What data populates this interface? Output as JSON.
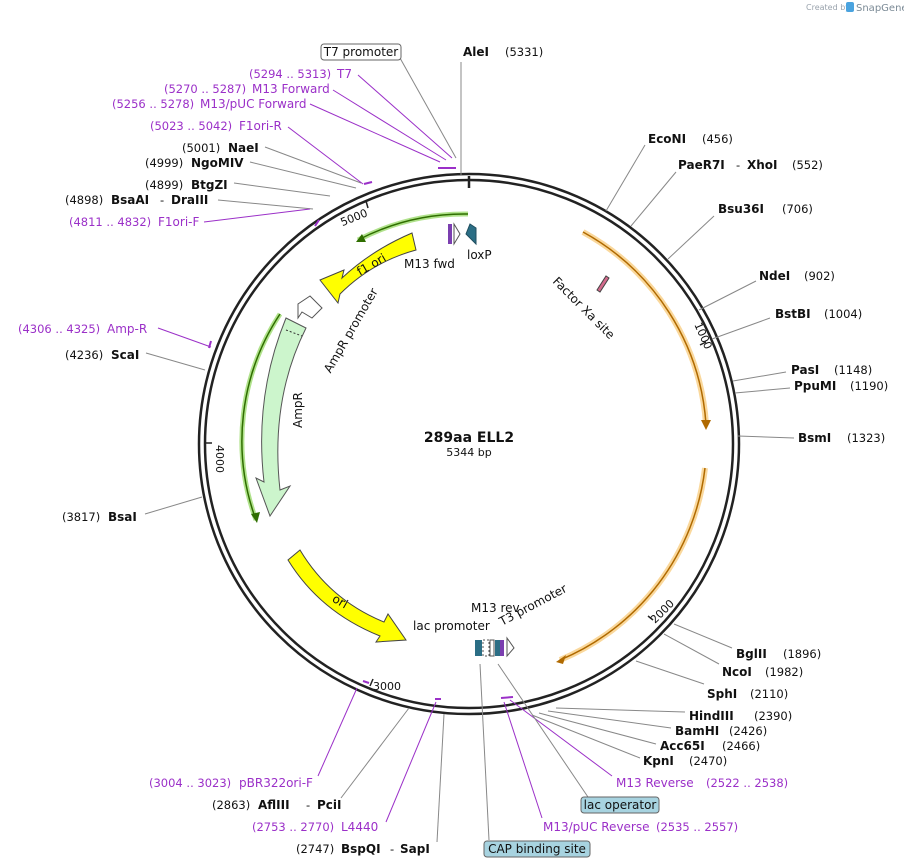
{
  "credit": {
    "created_by": "Created by",
    "brand": "SnapGene"
  },
  "plasmid": {
    "name": "289aa ELL2",
    "length_label": "5344 bp"
  },
  "ticks": [
    {
      "label": "1000"
    },
    {
      "label": "2000"
    },
    {
      "label": "3000"
    },
    {
      "label": "4000"
    },
    {
      "label": "5000"
    }
  ],
  "enzymes": {
    "alei": {
      "name": "AleI",
      "pos": "(5331)"
    },
    "econi": {
      "name": "EcoNI",
      "pos": "(456)"
    },
    "paer7i": {
      "name": "PaeR7I",
      "sep": "-",
      "name2": "XhoI",
      "pos": "(552)"
    },
    "bsu36i": {
      "name": "Bsu36I",
      "pos": "(706)"
    },
    "ndei": {
      "name": "NdeI",
      "pos": "(902)"
    },
    "bstbi": {
      "name": "BstBI",
      "pos": "(1004)"
    },
    "pasi": {
      "name": "PasI",
      "pos": "(1148)"
    },
    "ppumi": {
      "name": "PpuMI",
      "pos": "(1190)"
    },
    "bsmi": {
      "name": "BsmI",
      "pos": "(1323)"
    },
    "bglii": {
      "name": "BglII",
      "pos": "(1896)"
    },
    "ncoi": {
      "name": "NcoI",
      "pos": "(1982)"
    },
    "sphi": {
      "name": "SphI",
      "pos": "(2110)"
    },
    "hindiii": {
      "name": "HindIII",
      "pos": "(2390)"
    },
    "bamhi": {
      "name": "BamHI",
      "pos": "(2426)"
    },
    "acc65i": {
      "name": "Acc65I",
      "pos": "(2466)"
    },
    "kpni": {
      "name": "KpnI",
      "pos": "(2470)"
    },
    "bspqi": {
      "name": "BspQI",
      "sep": "-",
      "name2": "SapI",
      "pos": "(2747)"
    },
    "afliii": {
      "name": "AflIII",
      "sep": "-",
      "name2": "PciI",
      "pos": "(2863)"
    },
    "bsai": {
      "name": "BsaI",
      "pos": "(3817)"
    },
    "scai": {
      "name": "ScaI",
      "pos": "(4236)"
    },
    "bsaai": {
      "name": "BsaAI",
      "sep": "-",
      "name2": "DraIII",
      "pos": "(4898)"
    },
    "btgzi": {
      "name": "BtgZI",
      "pos": "(4899)"
    },
    "ngomiv": {
      "name": "NgoMIV",
      "pos": "(4999)"
    },
    "naei": {
      "name": "NaeI",
      "pos": "(5001)"
    }
  },
  "primers": {
    "t7": {
      "range": "(5294 .. 5313)",
      "name": "T7"
    },
    "m13fwd": {
      "range": "(5270 .. 5287)",
      "name": "M13 Forward"
    },
    "m13puc_fwd": {
      "range": "(5256 .. 5278)",
      "name": "M13/pUC Forward"
    },
    "f1ori_r": {
      "range": "(5023 .. 5042)",
      "name": "F1ori-R"
    },
    "f1ori_f": {
      "range": "(4811 .. 4832)",
      "name": "F1ori-F"
    },
    "amp_r": {
      "range": "(4306 .. 4325)",
      "name": "Amp-R"
    },
    "pbr322ori_f": {
      "range": "(3004 .. 3023)",
      "name": "pBR322ori-F"
    },
    "l4440": {
      "range": "(2753 .. 2770)",
      "name": "L4440"
    },
    "m13rev": {
      "name": "M13 Reverse",
      "range": "(2522 .. 2538)"
    },
    "m13puc_rev": {
      "name": "M13/pUC Reverse",
      "range": "(2535 .. 2557)"
    }
  },
  "boxed": {
    "t7_promoter": "T7 promoter",
    "lac_operator": "lac operator",
    "cap_site": "CAP binding site"
  },
  "features": {
    "f1_ori": "f1 ori",
    "m13_fwd": "M13 fwd",
    "loxp": "loxP",
    "factor_xa": "Factor Xa site",
    "ampr_promoter": "AmpR promoter",
    "ampr": "AmpR",
    "ori": "ori",
    "lac_promoter": "lac promoter",
    "m13_rev": "M13 rev",
    "t3_promoter": "T3 promoter"
  },
  "colors": {
    "primer": "#9b30c8",
    "backbone": "#222222",
    "yellow_feature": "#ffff00",
    "green_feature": "#ccf5cc",
    "orf_orange": "#f5b84a",
    "boxed_blue": "#a7d3e0"
  }
}
